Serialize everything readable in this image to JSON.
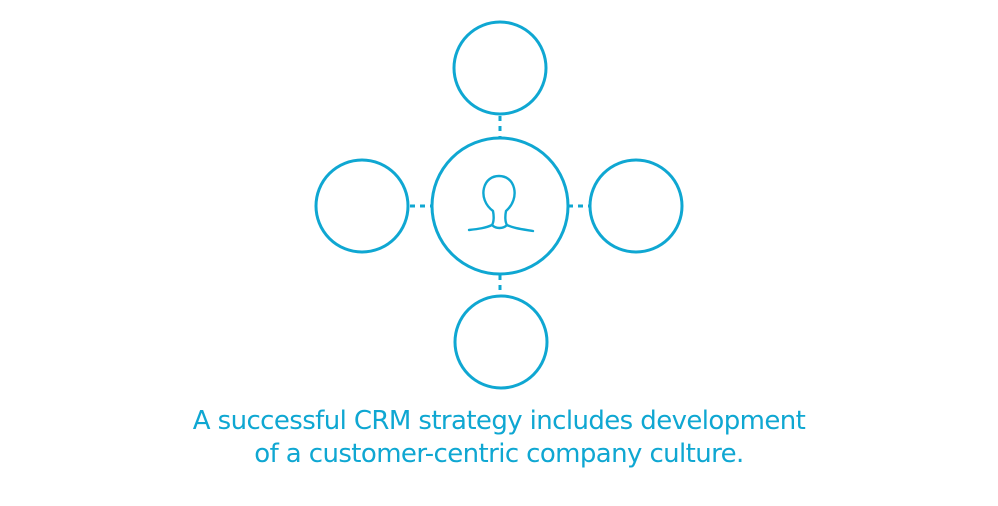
{
  "diagram": {
    "accent_color": "#0fa7d2",
    "center_node": {
      "icon": "person-icon"
    },
    "satellite_nodes": [
      "top",
      "left",
      "right",
      "bottom"
    ]
  },
  "caption": {
    "line1": "A successful CRM strategy includes development",
    "line2": "of a customer-centric company culture."
  }
}
